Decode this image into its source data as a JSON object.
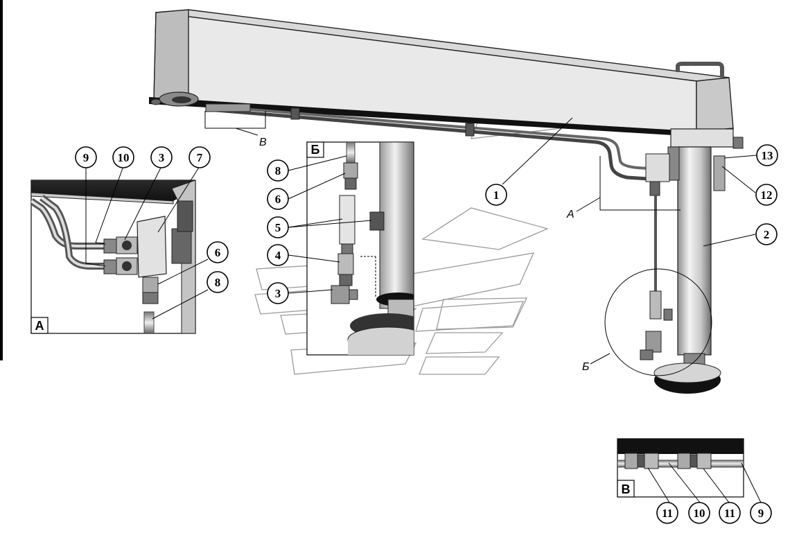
{
  "callouts": {
    "main_1": "1",
    "main_2": "2",
    "main_12": "12",
    "main_13": "13",
    "a_9": "9",
    "a_10": "10",
    "a_3": "3",
    "a_7": "7",
    "a_6": "6",
    "a_8": "8",
    "b_8": "8",
    "b_6": "6",
    "b_5": "5",
    "b_4": "4",
    "b_3": "3",
    "v_11a": "11",
    "v_10": "10",
    "v_11b": "11",
    "v_9": "9"
  },
  "view_labels": {
    "view_a": "А",
    "view_b": "Б",
    "view_v": "В"
  },
  "inset_labels": {
    "inset_a": "А",
    "inset_b": "Б",
    "inset_v": "В"
  }
}
